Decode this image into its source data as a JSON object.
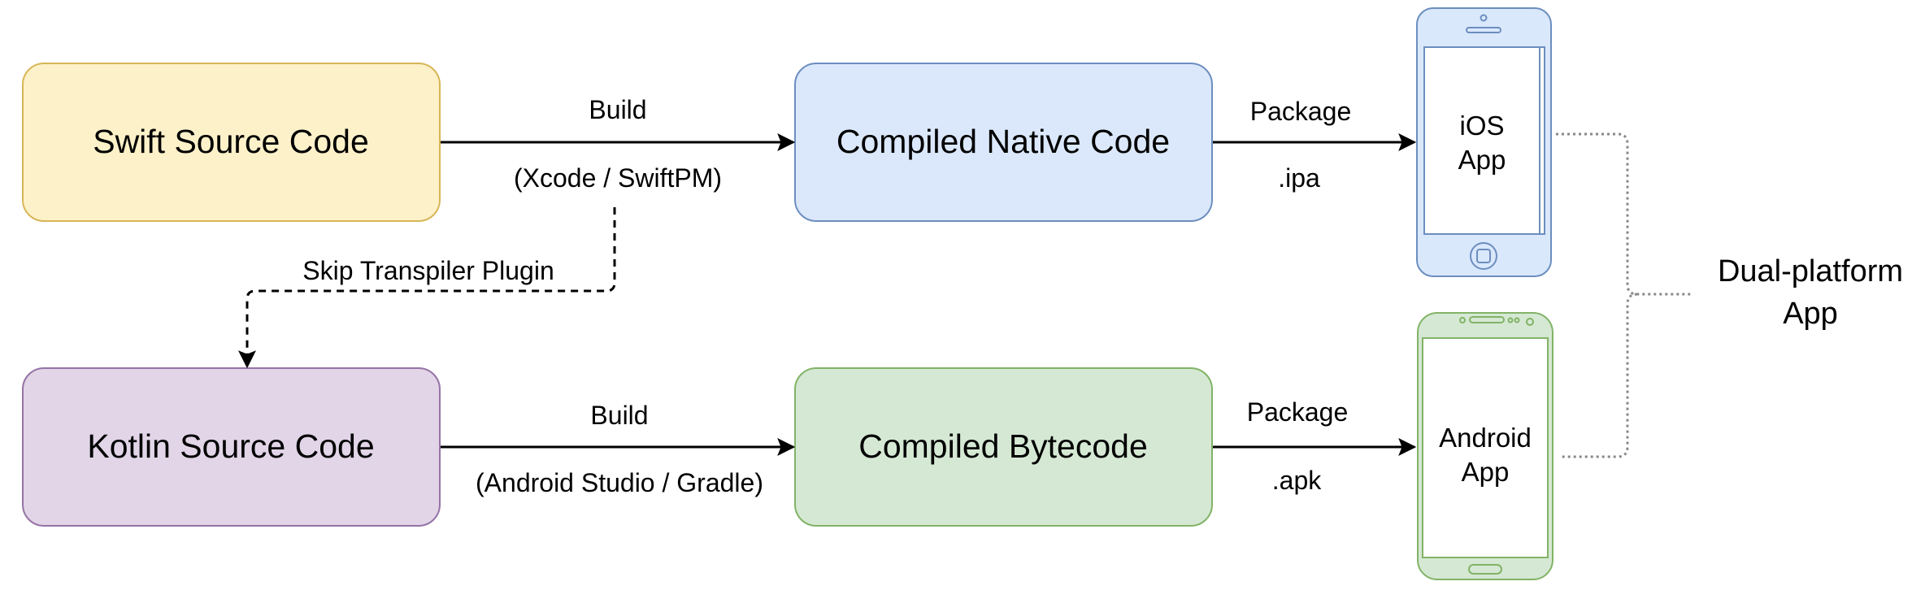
{
  "nodes": {
    "swift_source": {
      "label": "Swift Source Code",
      "fill": "#fdf1c9",
      "stroke": "#d6b656"
    },
    "compiled_native": {
      "label": "Compiled Native Code",
      "fill": "#dbe8fb",
      "stroke": "#6c8ebf"
    },
    "kotlin_source": {
      "label": "Kotlin Source Code",
      "fill": "#e1d5e7",
      "stroke": "#9673a6"
    },
    "compiled_bytecode": {
      "label": "Compiled Bytecode",
      "fill": "#d5e8d4",
      "stroke": "#82b366"
    }
  },
  "devices": {
    "ios": {
      "line1": "iOS",
      "line2": "App",
      "fill": "#dae8fc",
      "stroke": "#6c8ebf"
    },
    "android": {
      "line1": "Android",
      "line2": "App",
      "fill": "#d5e8d4",
      "stroke": "#82b366"
    }
  },
  "edges": {
    "swift_build": {
      "label_top": "Build",
      "label_bottom": "(Xcode / SwiftPM)"
    },
    "native_package": {
      "label_top": "Package",
      "label_bottom": ".ipa"
    },
    "transpile": {
      "label": "Skip Transpiler Plugin"
    },
    "kotlin_build": {
      "label_top": "Build",
      "label_bottom": "(Android Studio / Gradle)"
    },
    "bytecode_package": {
      "label_top": "Package",
      "label_bottom": ".apk"
    }
  },
  "result": {
    "line1": "Dual-platform",
    "line2": "App"
  }
}
